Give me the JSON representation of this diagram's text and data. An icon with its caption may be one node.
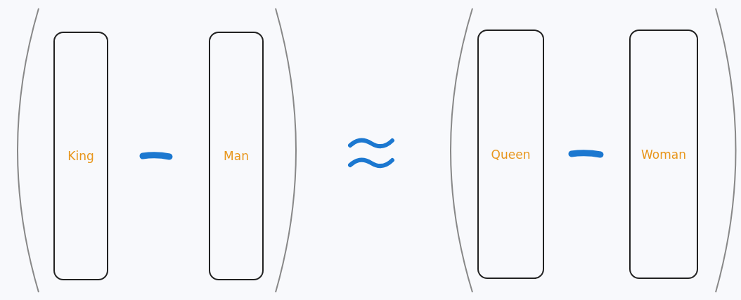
{
  "diagram": {
    "nodes": [
      {
        "text": [
          "King"
        ]
      },
      {
        "text": [
          "Man"
        ]
      },
      {
        "text": [
          "Queen"
        ]
      },
      {
        "text": [
          "Woman"
        ]
      }
    ]
  }
}
